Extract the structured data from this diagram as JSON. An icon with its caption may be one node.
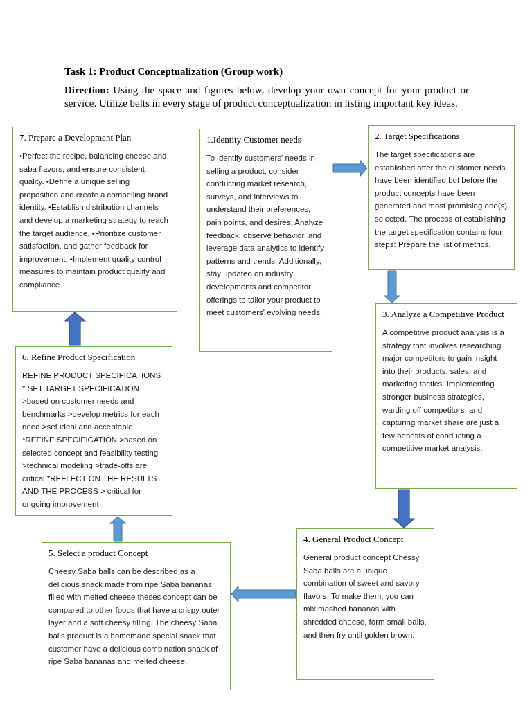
{
  "diagram": {
    "title": "Task 1: Product Conceptualization (Group work)",
    "nodes": [
      {
        "text": [
          "1.Identity Customer needs",
          "To identify customers' needs in selling a product, consider conducting market research, surveys, and interviews to understand their preferences, pain points, and desires. Analyze feedback, observe behavior, and leverage data analytics to identify patterns and trends. Additionally, stay updated on industry developments and competitor offerings to tailor your product to meet customers' evolving needs."
        ]
      },
      {
        "text": [
          "2. Target Specifications",
          "The target specifications are established after the customer needs have been identified but before the product concepts have been generated and most promising one(s) selected. The process of establishing the target specification contains four steps: Prepare the list of metrics."
        ]
      },
      {
        "text": [
          "3. Analyze a Competitive Product",
          "A competitive product analysis is a strategy that involves researching major competitors to gain insight into their products, sales, and marketing tactics. Implementing stronger business strategies, warding off competitors, and capturing market share are just a few benefits of conducting a competitive market analysis."
        ]
      },
      {
        "text": [
          "4. General Product Concept",
          "General product concept Chessy Saba balls are a unique combination of sweet and savory flavors. To make them, you can mix mashed bananas with shredded cheese, form small balls, and then fry until golden brown."
        ]
      },
      {
        "text": [
          "5. Select a product Concept",
          "Cheesy Saba balls can be described as a delicious snack made from ripe Saba bananas filled with melted cheese theses concept can be compared to other foods that have a crispy outer layer and a soft cheesy filling. The cheesy Saba balls product is a homemade special snack that customer have a delicious combination snack of ripe Saba bananas and melted cheese."
        ]
      },
      {
        "text": [
          "6. Refine Product Specification",
          "REFINE PRODUCT SPECIFICATIONS * SET TARGET SPECIFICATION >based on customer needs and benchmarks >develop metrics for each need >set ideal and acceptable *REFINE SPECIFICATION >based on selected concept and feasibility testing >technical modeling >trade-offs are critical *REFLECT ON THE RESULTS AND THE PROCESS > critical for ongoing improvement"
        ]
      },
      {
        "text": [
          "7. Prepare a Development Plan",
          "•Perfect the recipe, balancing cheese and saba flavors, and ensure consistent quality. •Define a unique selling proposition and create a compelling brand identity. •Establish distribution channels and develop a marketing strategy to reach the target audience. •Prioritize customer satisfaction, and gather feedback for improvement. •Implement quality control measures to maintain product quality and compliance."
        ]
      }
    ],
    "edges": [
      {
        "from": 0,
        "to": 1,
        "arrow": "to"
      },
      {
        "from": 1,
        "to": 2,
        "arrow": "to"
      },
      {
        "from": 2,
        "to": 3,
        "arrow": "to",
        "style": "thick",
        "color": "#4472c4"
      },
      {
        "from": 3,
        "to": 4,
        "arrow": "to"
      },
      {
        "from": 4,
        "to": 5,
        "arrow": "to"
      },
      {
        "from": 5,
        "to": 6,
        "arrow": "to",
        "style": "thick",
        "color": "#4472c4"
      }
    ],
    "labels": [
      "**Direction:** Using the space and figures below, develop your own concept for your product or service. Utilize belts in every stage of product conceptualization in listing important key ideas."
    ]
  }
}
